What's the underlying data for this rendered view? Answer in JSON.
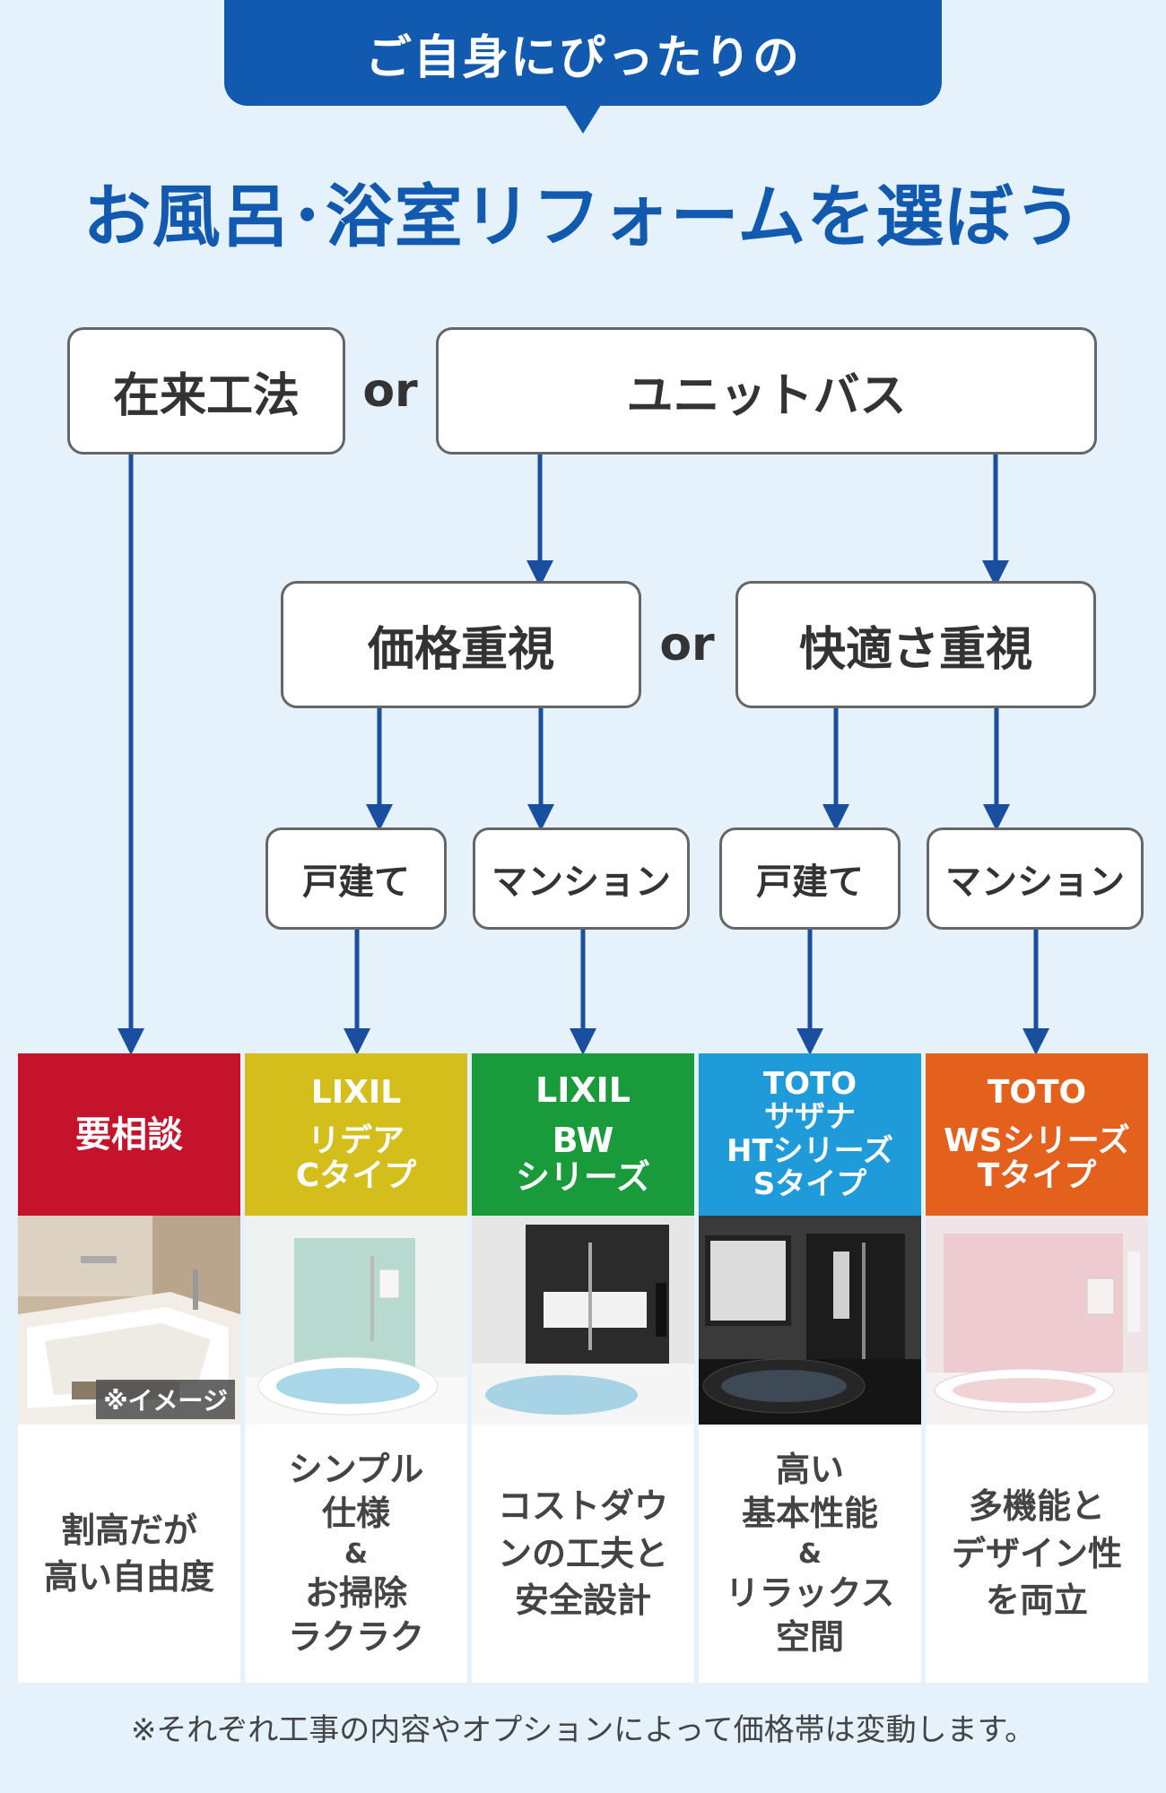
{
  "banner": "ご自身にぴったりの",
  "title": "お風呂･浴室リフォームを選ぼう",
  "level1": {
    "left": "在来工法",
    "or": "or",
    "right": "ユニットバス"
  },
  "level2": {
    "left": "価格重視",
    "or": "or",
    "right": "快適さ重視"
  },
  "level3": [
    "戸建て",
    "マンション",
    "戸建て",
    "マンション"
  ],
  "columns": [
    {
      "head": [
        "要相談"
      ],
      "color": "#c4132b",
      "badge": "※イメージ",
      "desc": [
        "割高だが",
        "高い自由度"
      ]
    },
    {
      "head": [
        "LIXIL",
        "リデア",
        "Cタイプ"
      ],
      "color": "#d4be1c",
      "desc": [
        "シンプル",
        "仕様",
        "&",
        "お掃除",
        "ラクラク"
      ]
    },
    {
      "head": [
        "LIXIL",
        "BW",
        "シリーズ"
      ],
      "color": "#199a3b",
      "desc": [
        "コストダウ",
        "ンの工夫と",
        "安全設計"
      ]
    },
    {
      "head": [
        "TOTO",
        "サザナ",
        "HTシリーズ",
        "Sタイプ"
      ],
      "color": "#1e9bd8",
      "desc": [
        "高い",
        "基本性能",
        "&",
        "リラックス",
        "空間"
      ]
    },
    {
      "head": [
        "TOTO",
        "WSシリーズ",
        "Tタイプ"
      ],
      "color": "#e3601d",
      "desc": [
        "多機能と",
        "デザイン性",
        "を両立"
      ]
    }
  ],
  "footnote": "※それぞれ工事の内容やオプションによって価格帯は変動します。",
  "colors": {
    "brand": "#1259b0",
    "background": "#e5f2fc"
  }
}
